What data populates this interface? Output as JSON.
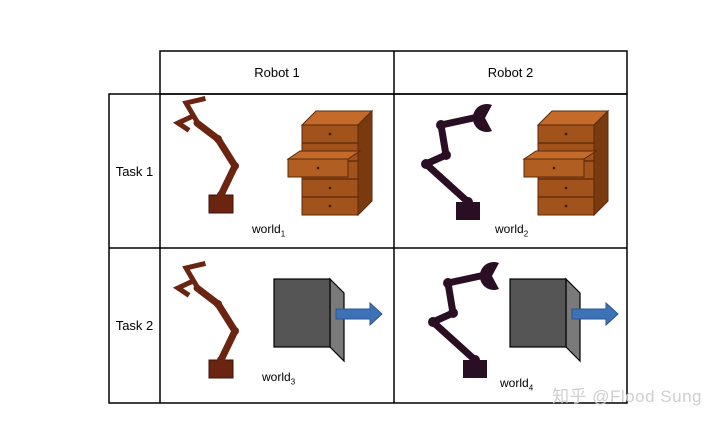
{
  "headers": {
    "col1": "Robot 1",
    "col2": "Robot 2"
  },
  "rows": {
    "row1": "Task 1",
    "row2": "Task 2"
  },
  "worlds": [
    {
      "base": "world",
      "sub": "1"
    },
    {
      "base": "world",
      "sub": "2"
    },
    {
      "base": "world",
      "sub": "3"
    },
    {
      "base": "world",
      "sub": "4"
    }
  ],
  "watermark": "知乎 @Flood Sung",
  "colors": {
    "robot1": "#6b2410",
    "robot2": "#2a0f24",
    "dresser": "#a2521b",
    "box": "#555555",
    "arrow": "#3d73b6"
  }
}
